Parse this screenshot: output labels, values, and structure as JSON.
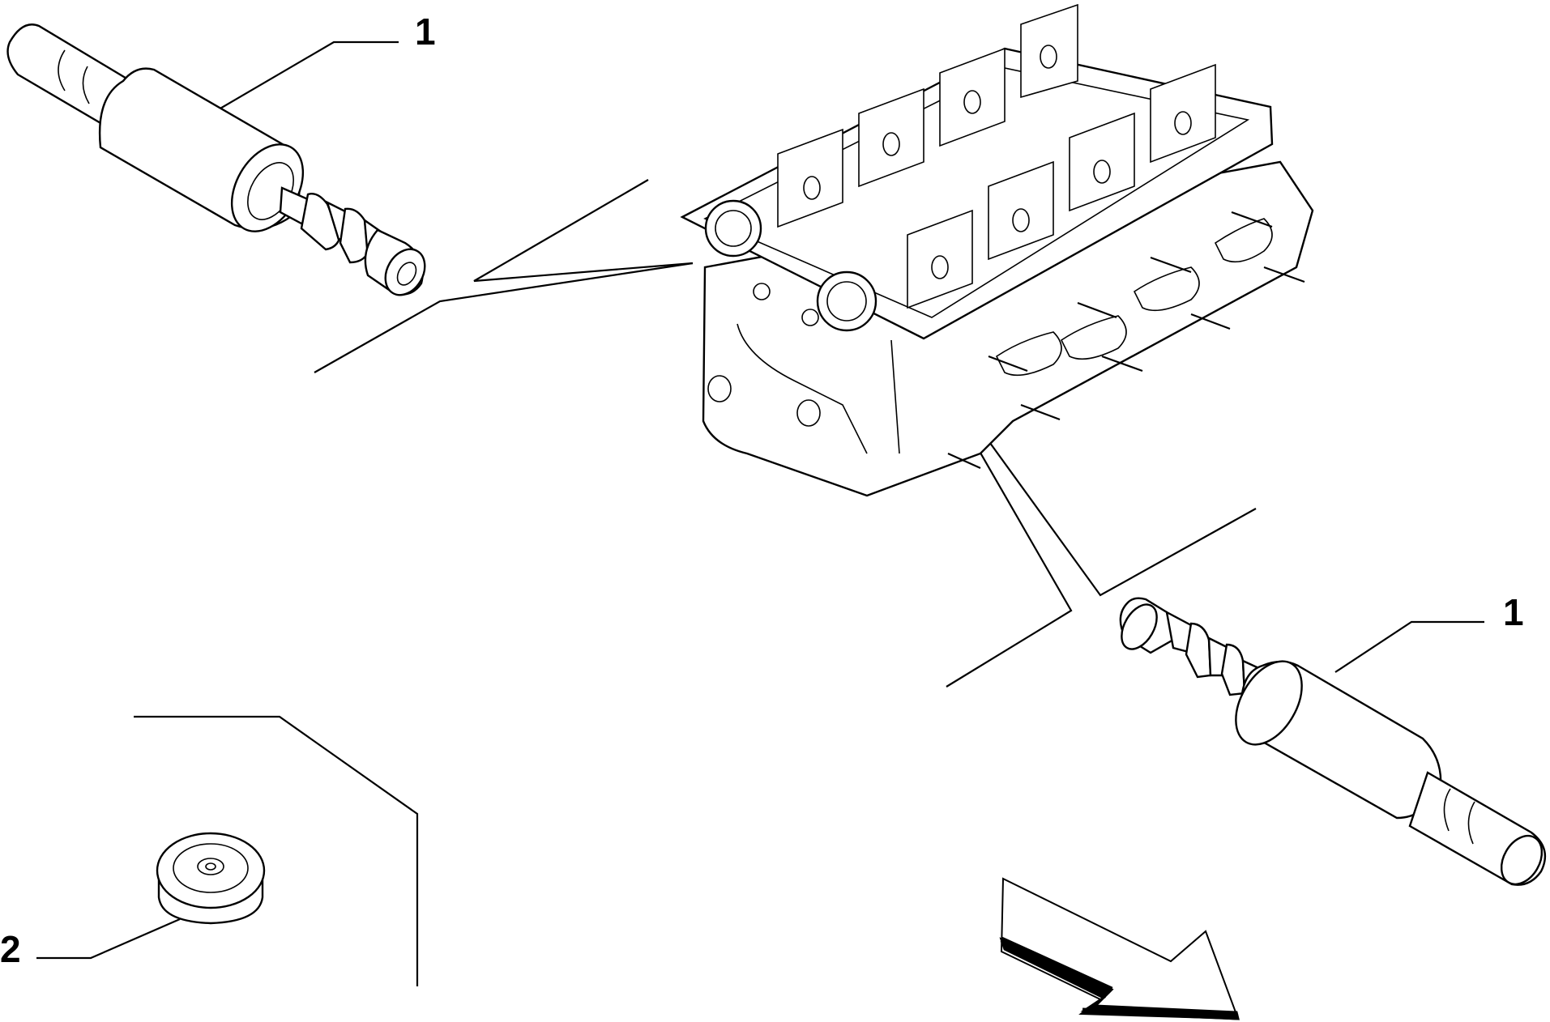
{
  "labels": {
    "top_left": "1",
    "right": "1",
    "bottom_left": "2"
  },
  "colors": {
    "ink": "#000000",
    "paper": "#ffffff"
  },
  "icons": {
    "direction": "front-direction-arrow-icon"
  }
}
